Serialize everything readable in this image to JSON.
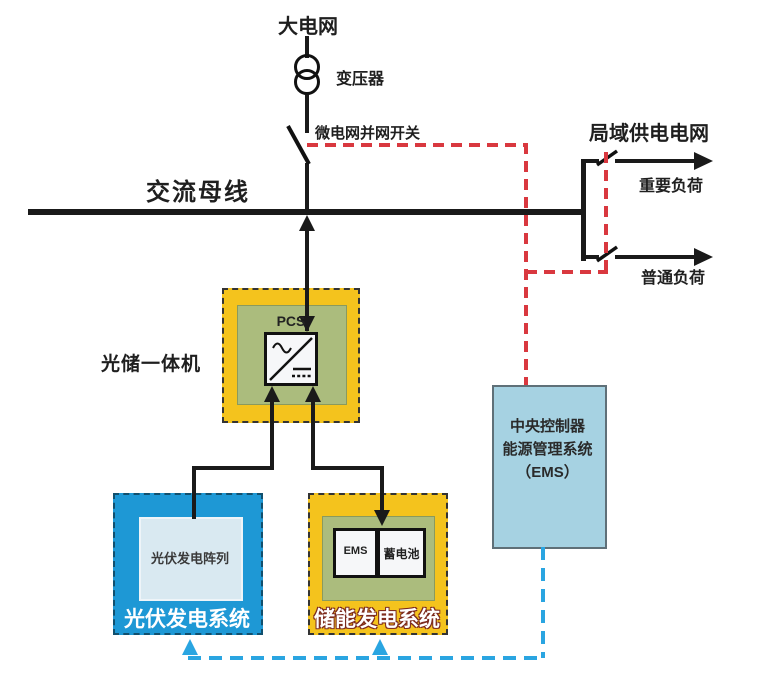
{
  "labels": {
    "main_grid": "大电网",
    "transformer": "变压器",
    "grid_switch": "微电网并网开关",
    "ac_bus": "交流母线",
    "local_grid": "局域供电电网",
    "important_load": "重要负荷",
    "normal_load": "普通负荷",
    "pv_storage_unit": "光储一体机",
    "pcs": "PCS",
    "pv_array": "光伏发电阵列",
    "pv_system": "光伏发电系统",
    "bms": "EMS",
    "battery": "蓄电池",
    "storage_system": "储能发电系统",
    "controller_line1": "中央控制器",
    "controller_line2": "能源管理系统",
    "controller_line3": "（EMS）"
  },
  "colors": {
    "box_yellow": "#f4c31d",
    "box_olive_green": "#abbc7d",
    "box_pv_blue": "#1e98d5",
    "box_pv_inner": "#d9e9f1",
    "box_controller_blue": "#a6d2e2",
    "line_black": "#1a1a1a",
    "dash_red": "#d9383f",
    "dash_blue": "#2aa5e1"
  }
}
